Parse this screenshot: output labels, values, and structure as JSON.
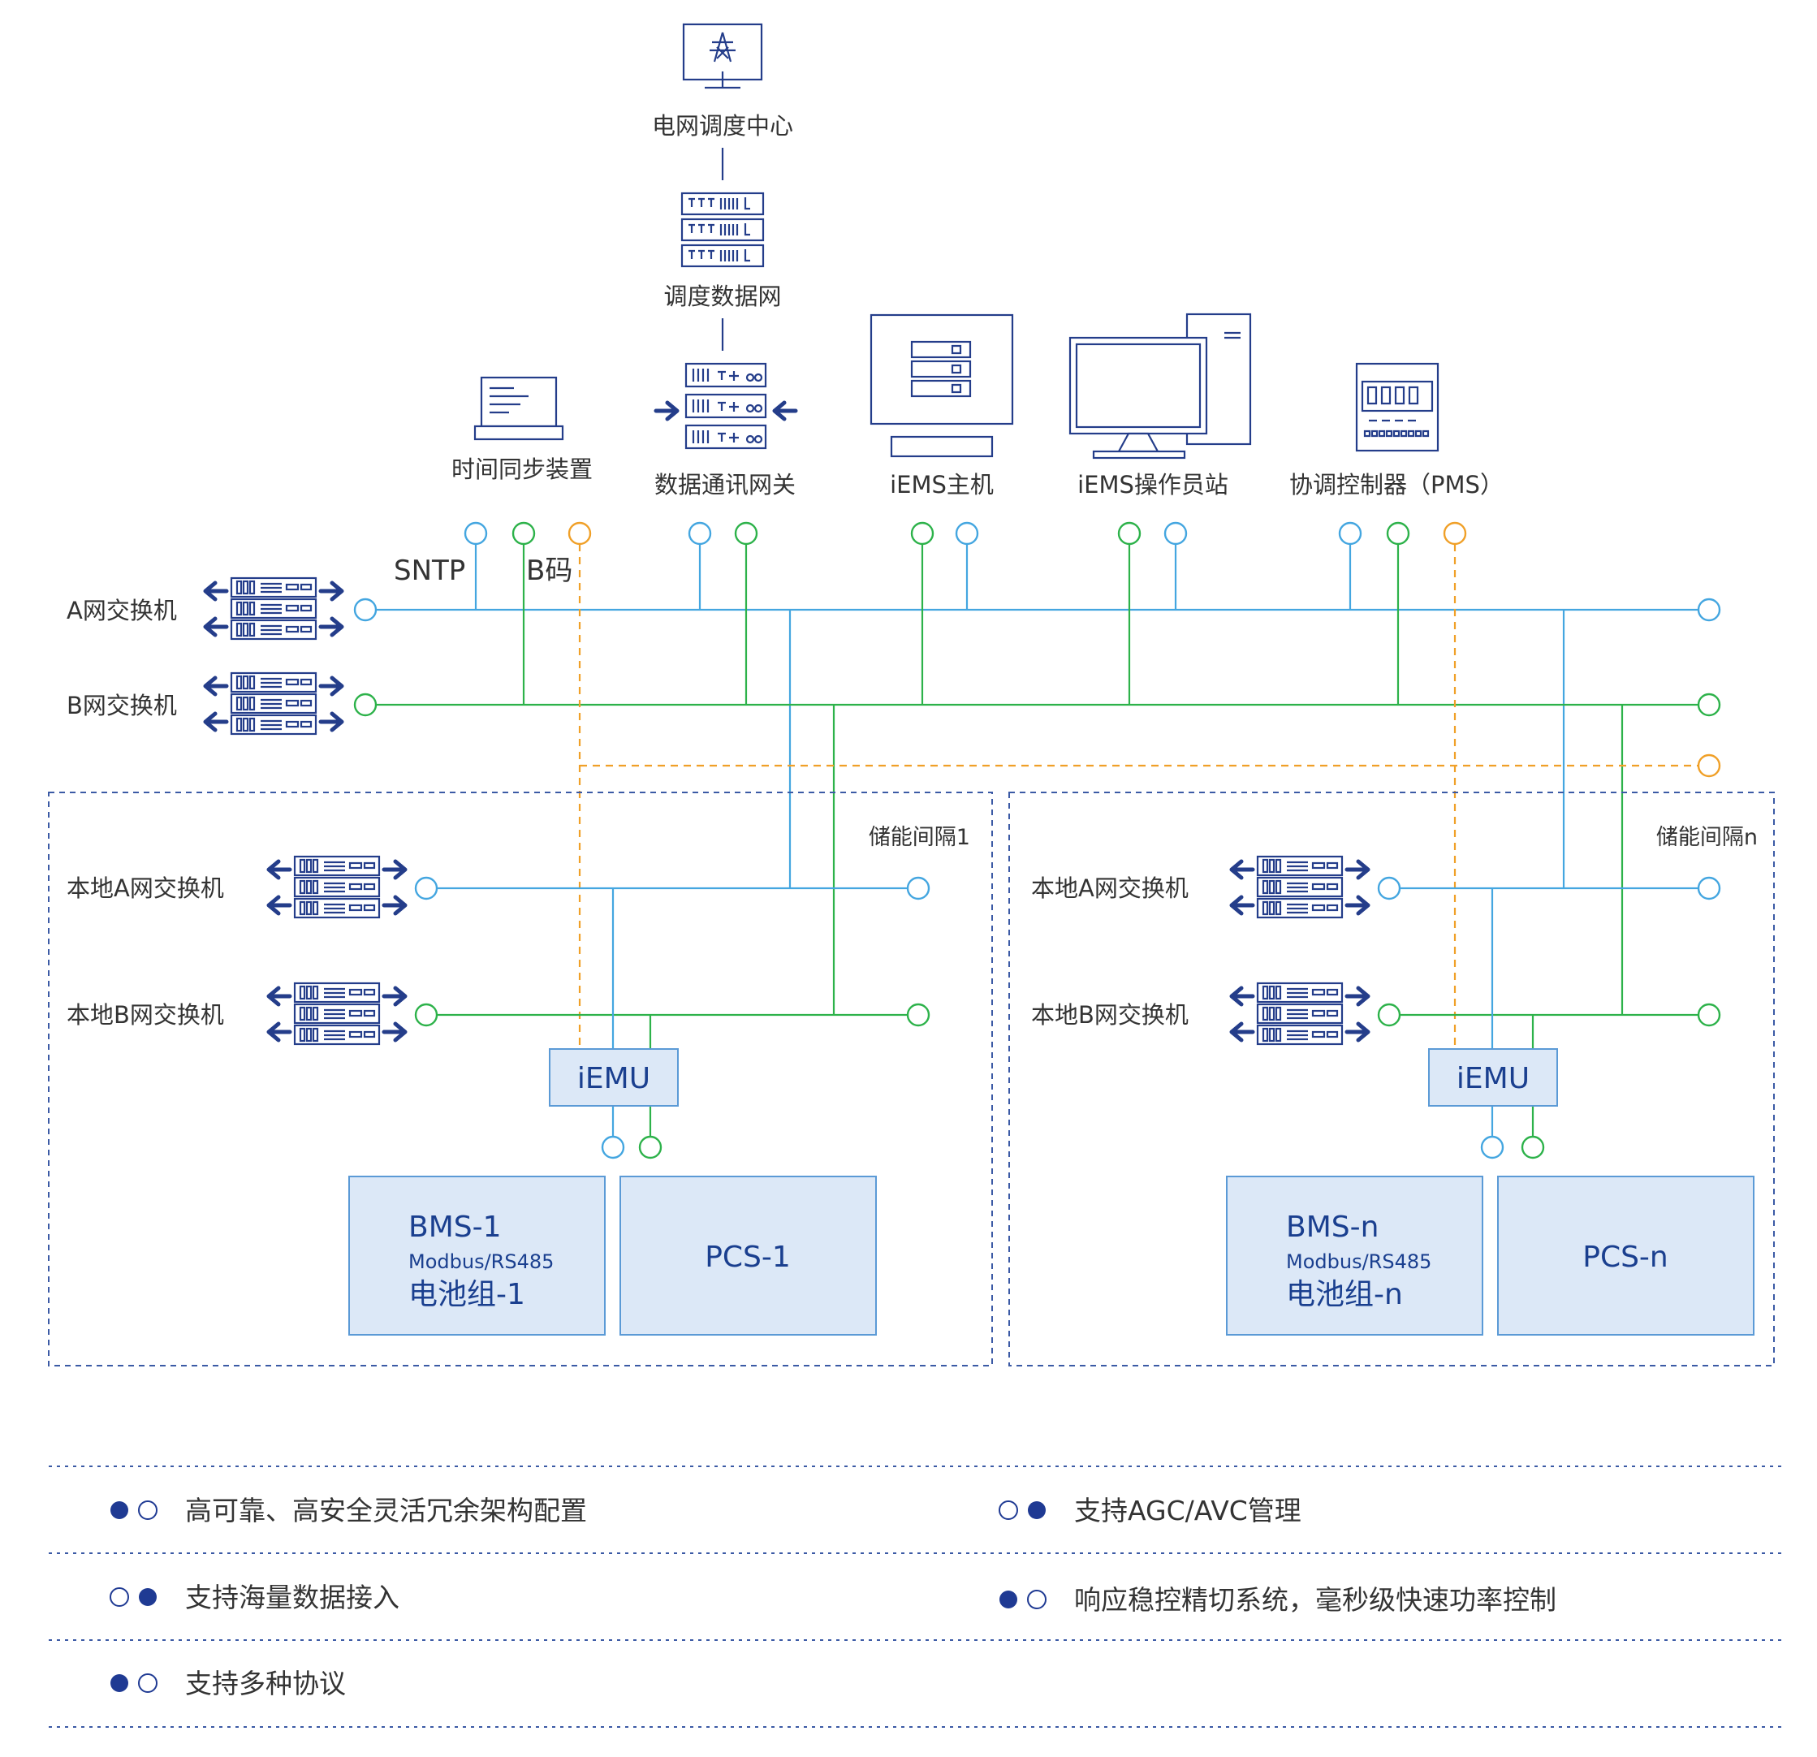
{
  "nodes": {
    "grid_dispatch_center": "电网调度中心",
    "dispatch_data_network": "调度数据网",
    "time_sync_device": "时间同步装置",
    "data_comm_gateway": "数据通讯网关",
    "iems_host": "iEMS主机",
    "iems_operator_station": "iEMS操作员站",
    "coordination_controller": "协调控制器（PMS）"
  },
  "protocols": {
    "sntp": "SNTP",
    "bcode": "B码"
  },
  "switches": {
    "a_net": "A网交换机",
    "b_net": "B网交换机"
  },
  "bays": [
    {
      "title": "储能间隔1",
      "local_a": "本地A网交换机",
      "local_b": "本地B网交换机",
      "iemu": "iEMU",
      "bms": "BMS-1",
      "bms_protocol": "Modbus/RS485",
      "battery": "电池组-1",
      "pcs": "PCS-1"
    },
    {
      "title": "储能间隔n",
      "local_a": "本地A网交换机",
      "local_b": "本地B网交换机",
      "iemu": "iEMU",
      "bms": "BMS-n",
      "bms_protocol": "Modbus/RS485",
      "battery": "电池组-n",
      "pcs": "PCS-n"
    }
  ],
  "features": [
    "高可靠、高安全灵活冗余架构配置",
    "支持AGC/AVC管理",
    "支持海量数据接入",
    "响应稳控精切系统，毫秒级快速功率控制",
    "支持多种协议"
  ],
  "colors": {
    "a_network": "#44a6e0",
    "b_network": "#2db24a",
    "time_sync": "#f0a028",
    "device_stroke": "#243d8a",
    "box_fill": "#dce8f7"
  }
}
